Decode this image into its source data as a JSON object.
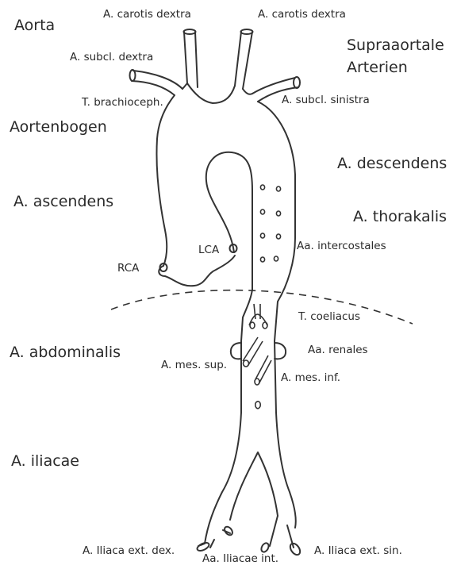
{
  "regions": {
    "aorta": "Aorta",
    "supra1": "Supraaortale",
    "supra2": "Arterien",
    "aortenbogen": "Aortenbogen",
    "descendens": "A. descendens",
    "ascendens": "A. ascendens",
    "thorakalis": "A. thorakalis",
    "abdominalis": "A. abdominalis",
    "iliacae": "A. iliacae"
  },
  "vessels": {
    "carotis_left": "A. carotis dextra",
    "carotis_right": "A. carotis dextra",
    "subcl_dextra": "A. subcl. dextra",
    "brachioceph": "T. brachioceph.",
    "subcl_sinistra": "A. subcl. sinistra",
    "intercostales": "Aa. intercostales",
    "lca": "LCA",
    "rca": "RCA",
    "coeliacus": "T. coeliacus",
    "renales": "Aa. renales",
    "mes_sup": "A. mes. sup.",
    "mes_inf": "A. mes. inf.",
    "iliaca_ext_dex": "A. Iliaca ext. dex.",
    "iliacae_int": "Aa. Iliacae int.",
    "iliaca_ext_sin": "A. Iliaca ext. sin."
  }
}
